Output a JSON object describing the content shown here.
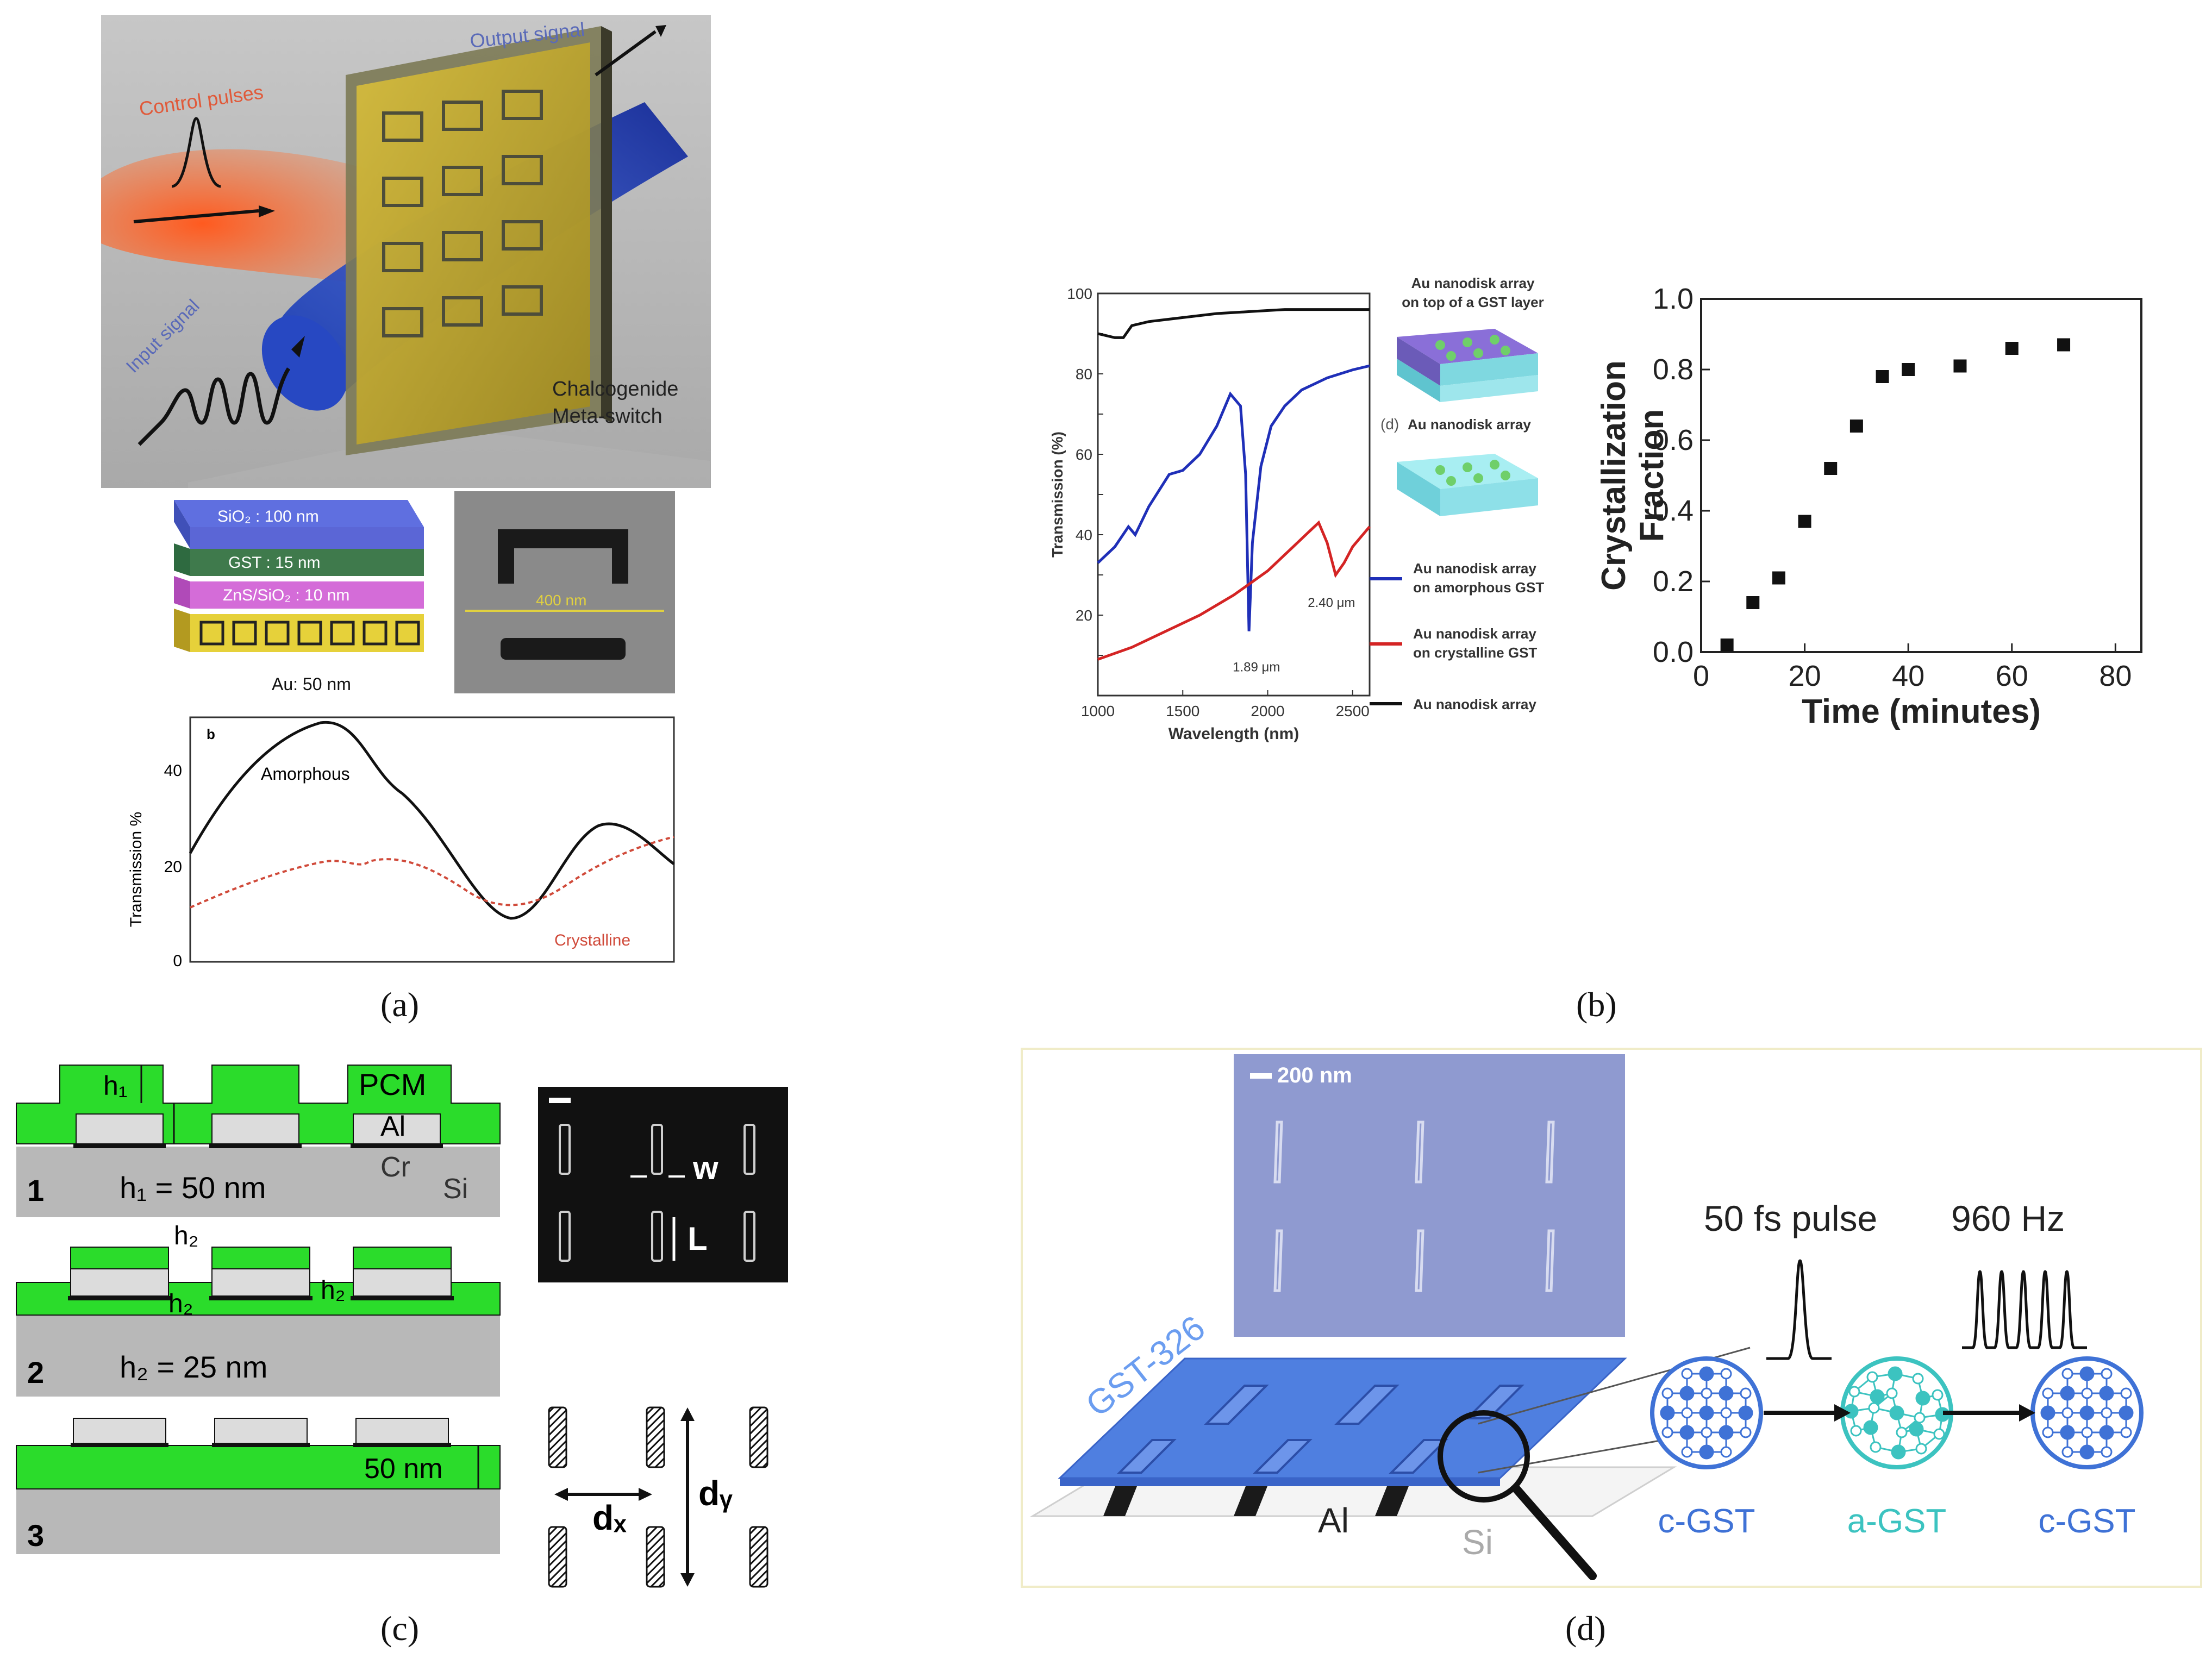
{
  "figure": {
    "captions": {
      "a": "(a)",
      "b": "(b)",
      "c": "(c)",
      "d": "(d)"
    }
  },
  "panel_a": {
    "render": {
      "control_pulse": "Control pulses",
      "output_signal": "Output signal",
      "input_signal": "Input signal",
      "switch_label_1": "Chalcogenide",
      "switch_label_2": "Meta-switch"
    },
    "stack": {
      "sio2": "SiO₂ : 100 nm",
      "gst": "GST : 15 nm",
      "zns": "ZnS/SiO₂ : 10 nm",
      "au": "Au: 50 nm"
    },
    "sem": {
      "scale": "400 nm"
    },
    "transmission": {
      "panel_letter": "b",
      "ylabel": "Transmission %",
      "yticks": [
        "0",
        "20",
        "40"
      ],
      "amorphous": "Amorphous",
      "crystalline": "Crystalline"
    }
  },
  "panel_b": {
    "left_legend": {
      "inset_title_1": "Au nanodisk array",
      "inset_title_2": "on top of a GST layer",
      "inset_d": "(d)",
      "inset_d_text": "Au nanodisk array",
      "amorphous_1": "Au nanodisk array",
      "amorphous_2": "on amorphous GST",
      "crystalline_1": "Au nanodisk array",
      "crystalline_2": "on crystalline GST",
      "bare": "Au nanodisk array"
    },
    "annotations": {
      "res1": "1.89 μm",
      "res2": "2.40 μm"
    }
  },
  "panel_c": {
    "rows": [
      {
        "num": "1",
        "formula": "h₁ = 50 nm"
      },
      {
        "num": "2",
        "formula": "h₂ = 25 nm"
      },
      {
        "num": "3",
        "formula": ""
      }
    ],
    "labels": {
      "pcm": "PCM",
      "al": "Al",
      "cr": "Cr",
      "si": "Si",
      "h1": "h₁",
      "h2": "h₂",
      "thick": "50 nm",
      "w": "w",
      "L": "L",
      "dx": "dₓ",
      "dy": "dᵧ"
    }
  },
  "panel_d": {
    "scale": "200 nm",
    "pulse": "50 fs pulse",
    "freq": "960 Hz",
    "gst326": "GST-326",
    "al": "Al",
    "si": "Si",
    "states": [
      "c-GST",
      "a-GST",
      "c-GST"
    ],
    "colors": {
      "crystal": "#3f72d6",
      "amorph": "#3cc3c0",
      "film": "#4f7fe0"
    }
  },
  "chart_data": [
    {
      "type": "line",
      "panel": "b-left",
      "xlabel": "Wavelength (nm)",
      "ylabel": "Transmission (%)",
      "xlim": [
        1000,
        2600
      ],
      "ylim": [
        0,
        100
      ],
      "xticks": [
        1000,
        1500,
        2000,
        2500
      ],
      "yticks": [
        10,
        20,
        30,
        40,
        50,
        60,
        70,
        80,
        90,
        100
      ],
      "series": [
        {
          "name": "Au nanodisk array",
          "color": "#111111",
          "x": [
            1000,
            1100,
            1150,
            1200,
            1300,
            1500,
            1700,
            1900,
            2100,
            2300,
            2600
          ],
          "y": [
            90,
            89,
            89,
            92,
            93,
            94,
            95,
            95.5,
            96,
            96,
            96
          ]
        },
        {
          "name": "Au nanodisk array on amorphous GST",
          "color": "#1f2fb8",
          "x": [
            1000,
            1100,
            1180,
            1220,
            1300,
            1420,
            1500,
            1600,
            1700,
            1780,
            1840,
            1870,
            1890,
            1910,
            1960,
            2020,
            2100,
            2200,
            2350,
            2500,
            2600
          ],
          "y": [
            33,
            37,
            42,
            40,
            47,
            55,
            56,
            60,
            67,
            75,
            72,
            55,
            16,
            38,
            57,
            67,
            72,
            76,
            79,
            81,
            82
          ]
        },
        {
          "name": "Au nanodisk array on crystalline GST",
          "color": "#d42424",
          "x": [
            1000,
            1200,
            1400,
            1600,
            1800,
            2000,
            2150,
            2250,
            2300,
            2350,
            2400,
            2450,
            2500,
            2600
          ],
          "y": [
            9,
            12,
            16,
            20,
            25,
            31,
            37,
            41,
            43,
            38,
            30,
            33,
            37,
            42
          ]
        }
      ]
    },
    {
      "type": "scatter",
      "panel": "b-right",
      "xlabel": "Time (minutes)",
      "ylabel": "Crystallization Fraction",
      "xlim": [
        0,
        85
      ],
      "ylim": [
        0,
        1.0
      ],
      "xticks": [
        0,
        20,
        40,
        60,
        80
      ],
      "yticks": [
        0.0,
        0.2,
        0.4,
        0.6,
        0.8,
        1.0
      ],
      "series": [
        {
          "x": [
            5,
            10,
            15,
            20,
            25,
            30,
            35,
            40,
            50,
            60,
            70
          ],
          "y": [
            0.02,
            0.14,
            0.21,
            0.37,
            0.52,
            0.64,
            0.78,
            0.8,
            0.81,
            0.86,
            0.87
          ]
        }
      ]
    }
  ]
}
